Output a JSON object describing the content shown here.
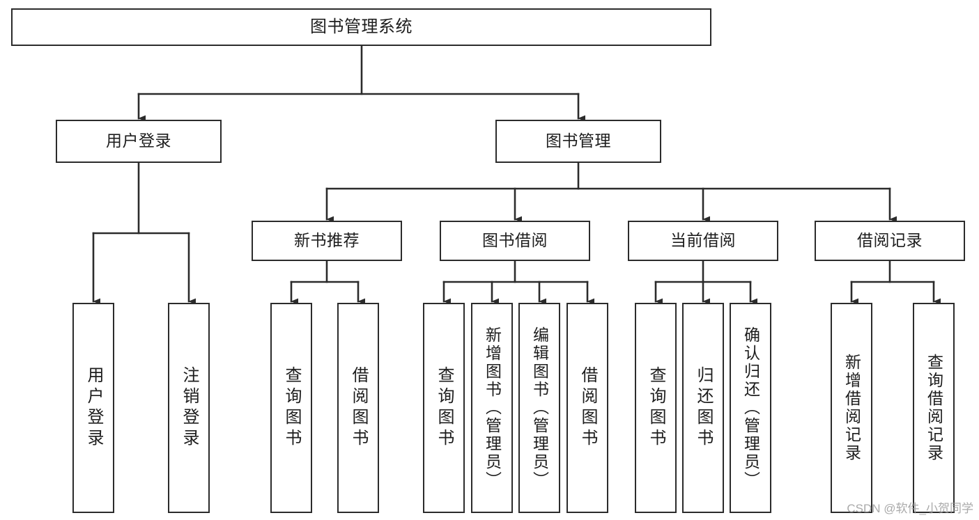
{
  "diagram": {
    "type": "tree",
    "title": "图书管理系统",
    "orientation": "top-down",
    "colors": {
      "box_stroke": "#2b2b2b",
      "box_fill": "#ffffff",
      "connector": "#2b2b2b",
      "text": "#1d1d1d",
      "watermark": "#9b9b9b"
    },
    "root": {
      "label": "图书管理系统"
    },
    "level2": [
      {
        "id": "user-login",
        "label": "用户登录"
      },
      {
        "id": "book-management",
        "label": "图书管理"
      }
    ],
    "level3": [
      {
        "id": "new-book-recommend",
        "label": "新书推荐",
        "parent": "book-management"
      },
      {
        "id": "book-borrow",
        "label": "图书借阅",
        "parent": "book-management"
      },
      {
        "id": "current-borrow",
        "label": "当前借阅",
        "parent": "book-management"
      },
      {
        "id": "borrow-record",
        "label": "借阅记录",
        "parent": "book-management"
      }
    ],
    "leaves": {
      "user-login": [
        {
          "id": "leaf-user-login",
          "label": "用户登录"
        },
        {
          "id": "leaf-user-logout",
          "label": "注销登录"
        }
      ],
      "new-book-recommend": [
        {
          "id": "leaf-query-book-1",
          "label": "查询图书"
        },
        {
          "id": "leaf-borrow-book-1",
          "label": "借阅图书"
        }
      ],
      "book-borrow": [
        {
          "id": "leaf-query-book-2",
          "label": "查询图书"
        },
        {
          "id": "leaf-add-book",
          "label": "新增图书（管理员）"
        },
        {
          "id": "leaf-edit-book",
          "label": "编辑图书（管理员）"
        },
        {
          "id": "leaf-borrow-book-2",
          "label": "借阅图书"
        }
      ],
      "current-borrow": [
        {
          "id": "leaf-query-book-3",
          "label": "查询图书"
        },
        {
          "id": "leaf-return-book",
          "label": "归还图书"
        },
        {
          "id": "leaf-confirm-return",
          "label": "确认归还（管理员）"
        }
      ],
      "borrow-record": [
        {
          "id": "leaf-add-record",
          "label": "新增借阅记录"
        },
        {
          "id": "leaf-query-record",
          "label": "查询借阅记录"
        }
      ]
    }
  },
  "watermark": {
    "text": "CSDN @软件_小贺同学"
  }
}
